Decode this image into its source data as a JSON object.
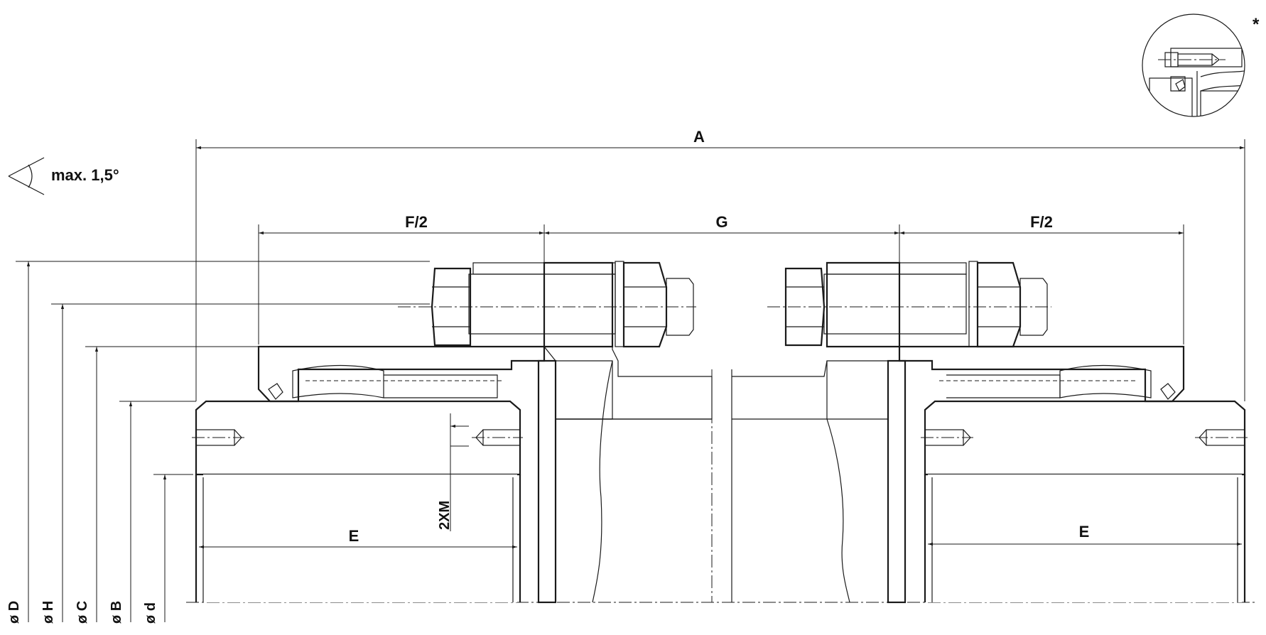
{
  "labels": {
    "A": "A",
    "F2_left": "F/2",
    "G": "G",
    "F2_right": "F/2",
    "E_left": "E",
    "E_right": "E",
    "twoXM": "2XM",
    "angle": "max. 1,5°",
    "detail_mark": "*",
    "phiD": "ø D",
    "phiH": "ø H",
    "phiC": "ø C",
    "phiB": "ø B",
    "phid": "ø d"
  }
}
